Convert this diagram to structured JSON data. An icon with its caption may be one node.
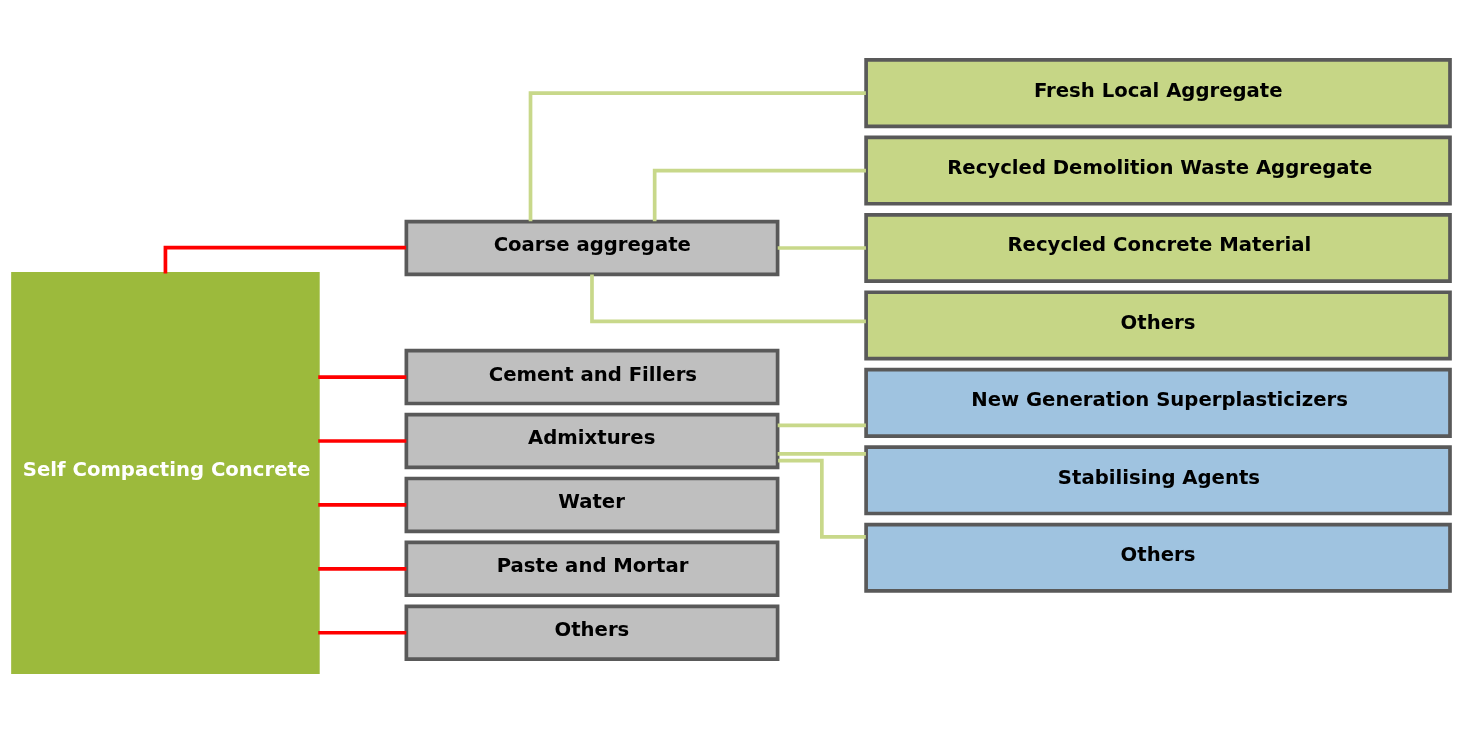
{
  "diagram": {
    "nodes": [
      {
        "text": [
          "Self Compacting Concrete"
        ]
      },
      {
        "text": [
          "Coarse aggregate"
        ]
      },
      {
        "text": [
          "Cement and Fillers"
        ]
      },
      {
        "text": [
          "Admixtures"
        ]
      },
      {
        "text": [
          "Water"
        ]
      },
      {
        "text": [
          "Paste and Mortar"
        ]
      },
      {
        "text": [
          "Others"
        ]
      },
      {
        "text": [
          "Fresh Local Aggregate"
        ]
      },
      {
        "text": [
          "Recycled Demolition Waste Aggregate"
        ]
      },
      {
        "text": [
          "Recycled Concrete Material"
        ]
      },
      {
        "text": [
          "Others"
        ]
      },
      {
        "text": [
          "New Generation Superplasticizers"
        ]
      },
      {
        "text": [
          "Stabilising Agents"
        ]
      },
      {
        "text": [
          "Others"
        ]
      }
    ],
    "edges": [
      {
        "from": 0,
        "to": 1,
        "arrow": "none",
        "color": "#ff0000"
      },
      {
        "from": 0,
        "to": 2,
        "arrow": "none",
        "color": "#ff0000"
      },
      {
        "from": 0,
        "to": 3,
        "arrow": "none",
        "color": "#ff0000"
      },
      {
        "from": 0,
        "to": 4,
        "arrow": "none",
        "color": "#ff0000"
      },
      {
        "from": 0,
        "to": 5,
        "arrow": "none",
        "color": "#ff0000"
      },
      {
        "from": 0,
        "to": 6,
        "arrow": "none",
        "color": "#ff0000"
      },
      {
        "from": 1,
        "to": 7,
        "arrow": "none"
      },
      {
        "from": 1,
        "to": 8,
        "arrow": "none"
      },
      {
        "from": 1,
        "to": 9,
        "arrow": "none"
      },
      {
        "from": 1,
        "to": 10,
        "arrow": "none"
      },
      {
        "from": 3,
        "to": 11,
        "arrow": "none"
      },
      {
        "from": 3,
        "to": 12,
        "arrow": "none"
      },
      {
        "from": 3,
        "to": 13,
        "arrow": "none"
      }
    ]
  }
}
